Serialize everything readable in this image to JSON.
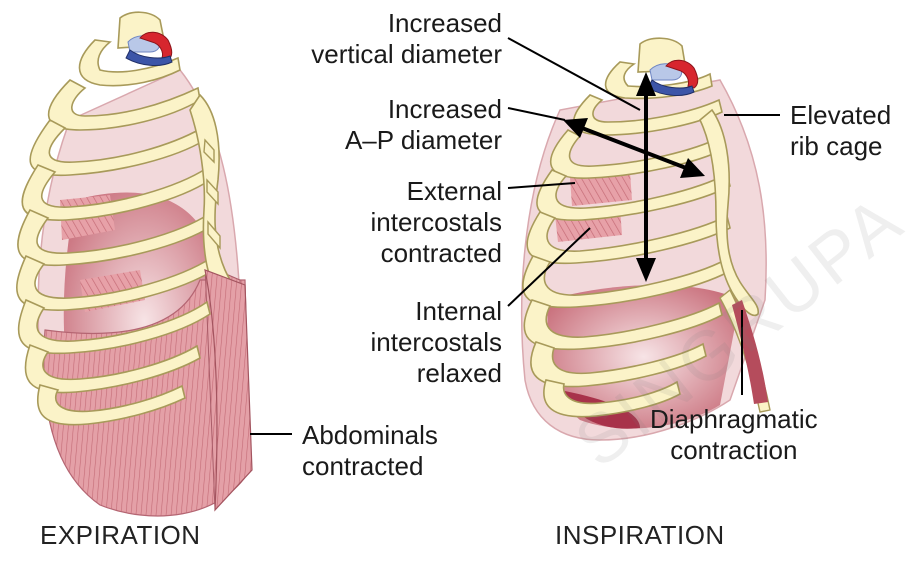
{
  "figure": {
    "left_panel": {
      "caption": "EXPIRATION",
      "labels": {
        "abdominals": [
          "Abdominals",
          "contracted"
        ]
      }
    },
    "right_panel": {
      "caption": "INSPIRATION",
      "labels": {
        "vertical_diameter": [
          "Increased",
          "vertical diameter"
        ],
        "ap_diameter": [
          "Increased",
          "A–P diameter"
        ],
        "external_intercostals": [
          "External",
          "intercostals",
          "contracted"
        ],
        "internal_intercostals": [
          "Internal",
          "intercostals",
          "relaxed"
        ],
        "elevated_rib_cage": [
          "Elevated",
          "rib cage"
        ],
        "diaphragmatic": [
          "Diaphragmatic",
          "contraction"
        ]
      }
    },
    "watermark": "SINGRUPA",
    "colors": {
      "bone": "#fbf3c8",
      "bone_outline": "#a89a5a",
      "muscle": "#e9a7ad",
      "muscle_dark": "#b04a5a",
      "artery": "#d7262e",
      "vein": "#3c55a8",
      "arrow": "#000000"
    }
  }
}
